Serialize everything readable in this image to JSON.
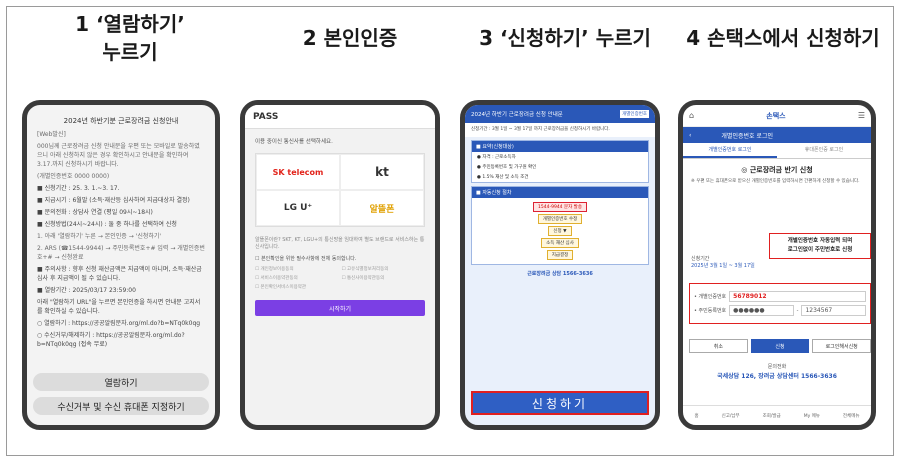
{
  "steps": {
    "s1_title_a": "1 ‘열람하기’",
    "s1_title_b": "누르기",
    "s2_title": "2 본인인증",
    "s3_title": "3 ‘신청하기’ 누르기",
    "s4_title": "4 손택스에서 신청하기"
  },
  "phone1": {
    "header": "2024년 하반기분 근로장려금 신청안내",
    "lines": [
      "[Web발신]",
      "000님께 근로장려금 신청 안내문을 우편 또는 모바일로 발송하였으니 아래 신청하지 않은 경우 확인하시고 안내문을 확인하여 3.17.까지 신청하시기 바랍니다.",
      "(개별인증번호 0000 0000)",
      "■ 신청기간 : 25. 3. 1.~3. 17.",
      "■ 지급시기 : 6월말 (소득·재산등 심사하여 지급대상자 결정)",
      "■ 문의전화 : 상담사 연결 (평일 09시~18시)",
      "■ 신청방법(24시~24시) : 둘 중 하나를 선택하여 신청",
      "1. 아래 '열람하기' 누른 → 본인인증 → '신청하기'",
      "2. ARS (☎1544-9944) → 주민등록번호+# 입력 → 개별인증번호+# → 신청완료",
      "■ 주의사항 : 향후 신청 재산금액은 지급액이 아니며, 소득·재산금 심사 후 지급액이 될 수 있습니다.",
      "■ 열람기간 : 2025/03/17 23:59:00",
      "아래 \"열람하기 URL\"을 누르면 본인인증을 하시면 안내문 고지서를 확인하실 수 있습니다.",
      "○ 열람하기 : https://공공알림문자.org/ml.do?b=NTq0k0qg",
      "○ 수신거부/해제하기 : https://공공알림문자.org/ml.do?b=NTq0k0qg (접속 무료)"
    ],
    "btn_view": "열람하기",
    "btn_reject": "수신거부 및 수신 휴대폰 지정하기"
  },
  "phone2": {
    "header": "PASS",
    "question": "이용 중이신 통신사를 선택하세요.",
    "carriers": [
      "SK telecom",
      "kt",
      "LG U⁺",
      "알뜰폰"
    ],
    "small": "알뜰폰이란? SKT, KT, LGU+의 통신망을 임대하여 별도 브랜드로 서비스하는 통신사입니다.",
    "check_all": "본인확인을 위한 필수사항에 전체 동의합니다.",
    "checks": [
      "개인정보이용동의",
      "고유식별정보처리동의",
      "서비스이용약관동의",
      "통신사이용약관동의",
      "본인확인서비스이용약관",
      ""
    ],
    "go": "시작하기"
  },
  "phone3": {
    "banner": "2024년 하반기 근로장려금 신청 안내문",
    "tag": "개별인증번호",
    "intro": "신청기간 : 3월 1일 ~ 3월 17일 까지 근로장려금을 신청하시기 바랍니다.",
    "box1_title": "■ 요약(신청대상)",
    "box1_lines": [
      "● 자격 : 근로소득자",
      "● 주민등록번호 및 가구원 확인",
      "● 1.5% 재산 및 소득 조건"
    ],
    "box2_title": "■ 자동신청 절차",
    "flow": [
      "1544-9944 문자 발송",
      "개별인증번호 수정",
      "신청 ▼",
      "소득 재산 심사",
      "지급결정"
    ],
    "phone_line": "근로장려금 상담 1566-3636",
    "apply": "신청하기"
  },
  "phone4": {
    "logo": "손택스",
    "bar_title": "개별인증번호 로그인",
    "tab_on": "개별인증번호 로그인",
    "tab_off": "휴대폰인증 로그인",
    "section": "◎ 근로장려금 반기 신청",
    "desc": "※ 우편 또는 휴대폰으로 받으신 개별인증번호를 입력하시면 간편하게 신청할 수 있습니다.",
    "callout_a": "개별인증번호 자동입력 되며",
    "callout_b": "로그인없이 주민번호로 신청",
    "date_label": "신청기간",
    "date_value": "2025년 3월 1일 ~ 3월 17일",
    "field1_label": "• 개별인증번호",
    "field1_value": "56789012",
    "field2_label": "• 주민등록번호",
    "field2_value_a": "●●●●●●",
    "field2_value_b": "1234567",
    "btn_cancel": "취소",
    "btn_apply": "신청",
    "btn_login": "로그인해서신청",
    "center_label": "문의전화",
    "center_num": "국세상담 126, 장려금 상담센터 1566-3636",
    "nav": [
      "홈",
      "신고/납부",
      "조회/발급",
      "My 메뉴",
      "전체메뉴"
    ]
  }
}
